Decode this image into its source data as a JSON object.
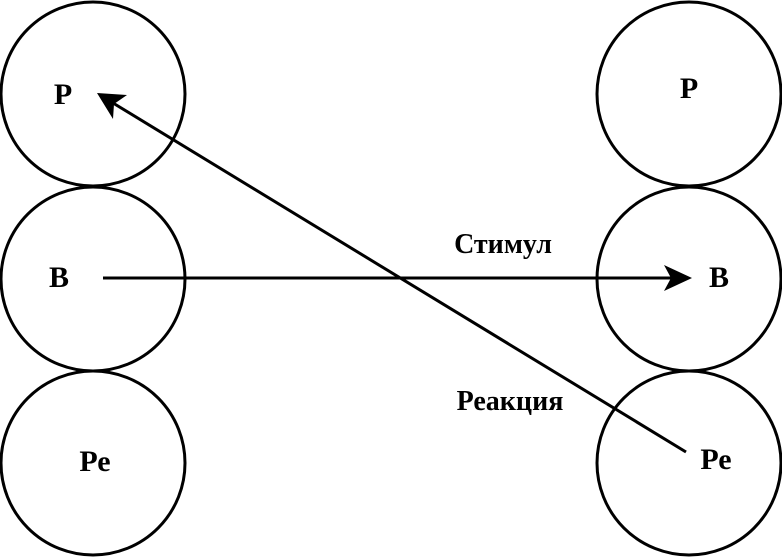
{
  "left_person": {
    "states": [
      {
        "key": "parent",
        "label": "Р"
      },
      {
        "key": "adult",
        "label": "В"
      },
      {
        "key": "child",
        "label": "Ре"
      }
    ]
  },
  "right_person": {
    "states": [
      {
        "key": "parent",
        "label": "Р"
      },
      {
        "key": "adult",
        "label": "В"
      },
      {
        "key": "child",
        "label": "Ре"
      }
    ]
  },
  "transactions": {
    "stimulus": {
      "label": "Стимул",
      "from": "left.adult",
      "to": "right.adult"
    },
    "response": {
      "label": "Реакция",
      "from": "right.child",
      "to": "left.parent"
    }
  },
  "colors": {
    "stroke": "#000000",
    "background": "#ffffff"
  }
}
